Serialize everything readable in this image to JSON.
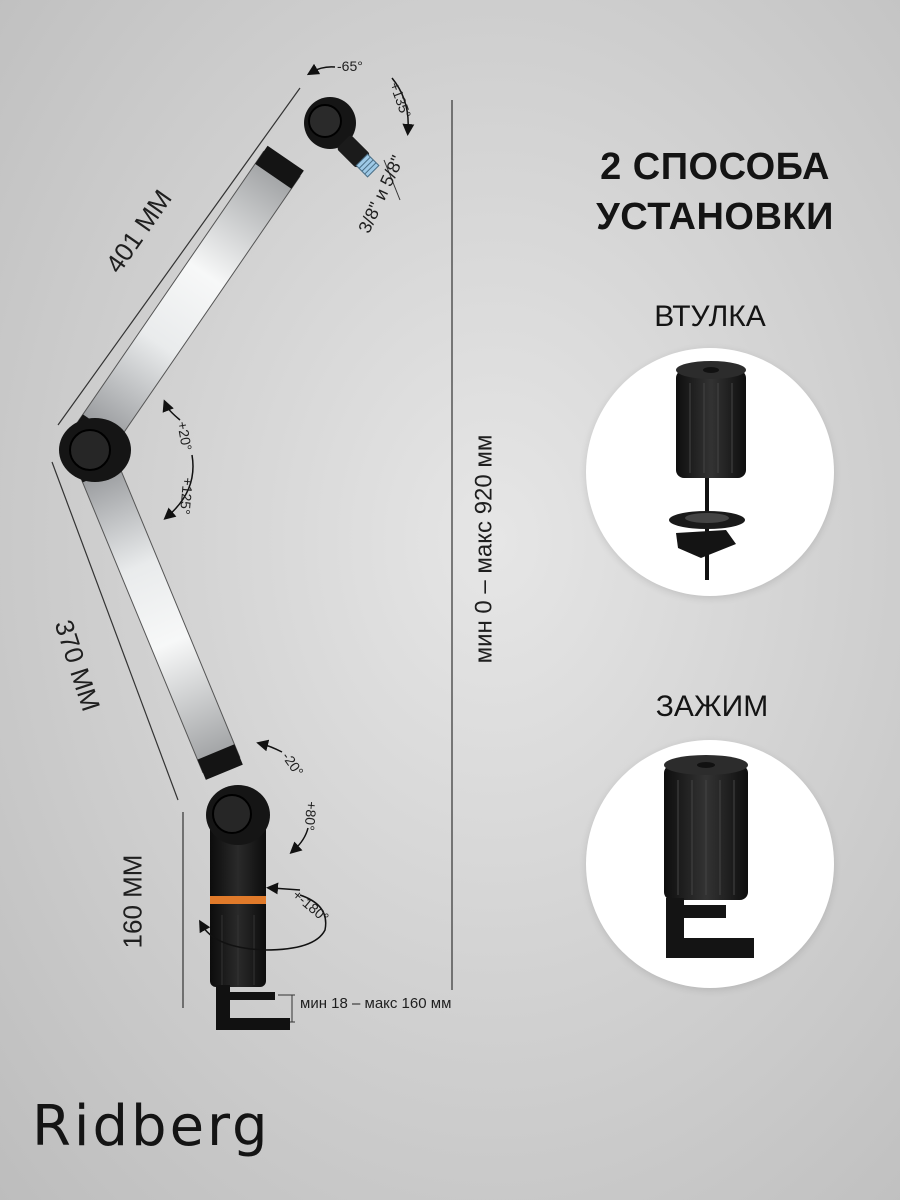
{
  "heading": {
    "line1": "2 СПОСОБА",
    "line2": "УСТАНОВКИ"
  },
  "methods": [
    {
      "label": "ВТУЛКА",
      "icon": "grommet-mount"
    },
    {
      "label": "ЗАЖИМ",
      "icon": "clamp-mount"
    }
  ],
  "dimensions": {
    "upper_arm": "401 ММ",
    "lower_arm": "370 ММ",
    "base": "160 ММ",
    "height_range": "мин 0 – макс 920 мм",
    "clamp_range": "мин 18 – макс 160 мм",
    "thread": "3/8\" и 5/8\""
  },
  "angles": {
    "head_left": "-65°",
    "head_right": "+135°",
    "elbow_up": "+20°",
    "elbow_down": "+125°",
    "base_up": "-20°",
    "base_down": "+80°",
    "swivel": "+-180°"
  },
  "brand": "Ridberg",
  "colors": {
    "arm_silver": "#c9cbcd",
    "joint_black": "#151515",
    "accent_orange": "#e07a2a",
    "thread_blue": "#9ec9e6"
  }
}
